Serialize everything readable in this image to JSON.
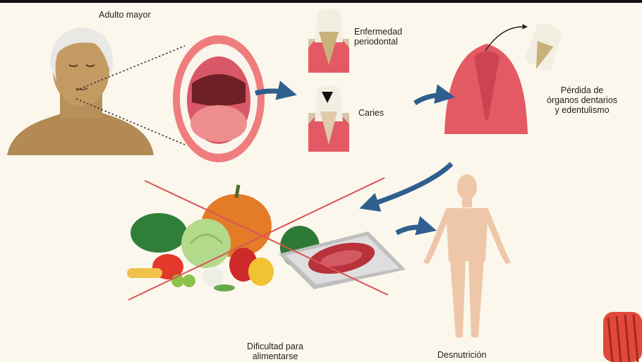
{
  "labels": {
    "older_adult": "Adulto mayor",
    "periodontal": "Enfermedad\nperiodontal",
    "caries": "Caries",
    "tooth_loss": "Pérdida de\nórganos dentarios\ny edentulismo",
    "feeding": "Dificultad para\nalimentarse",
    "malnutrition": "Desnutrición"
  },
  "colors": {
    "background": "#fbf7ec",
    "arrow": "#2f5f8f",
    "cross": "#d95555",
    "skin": "#c09863",
    "gum": "#e36b72"
  }
}
